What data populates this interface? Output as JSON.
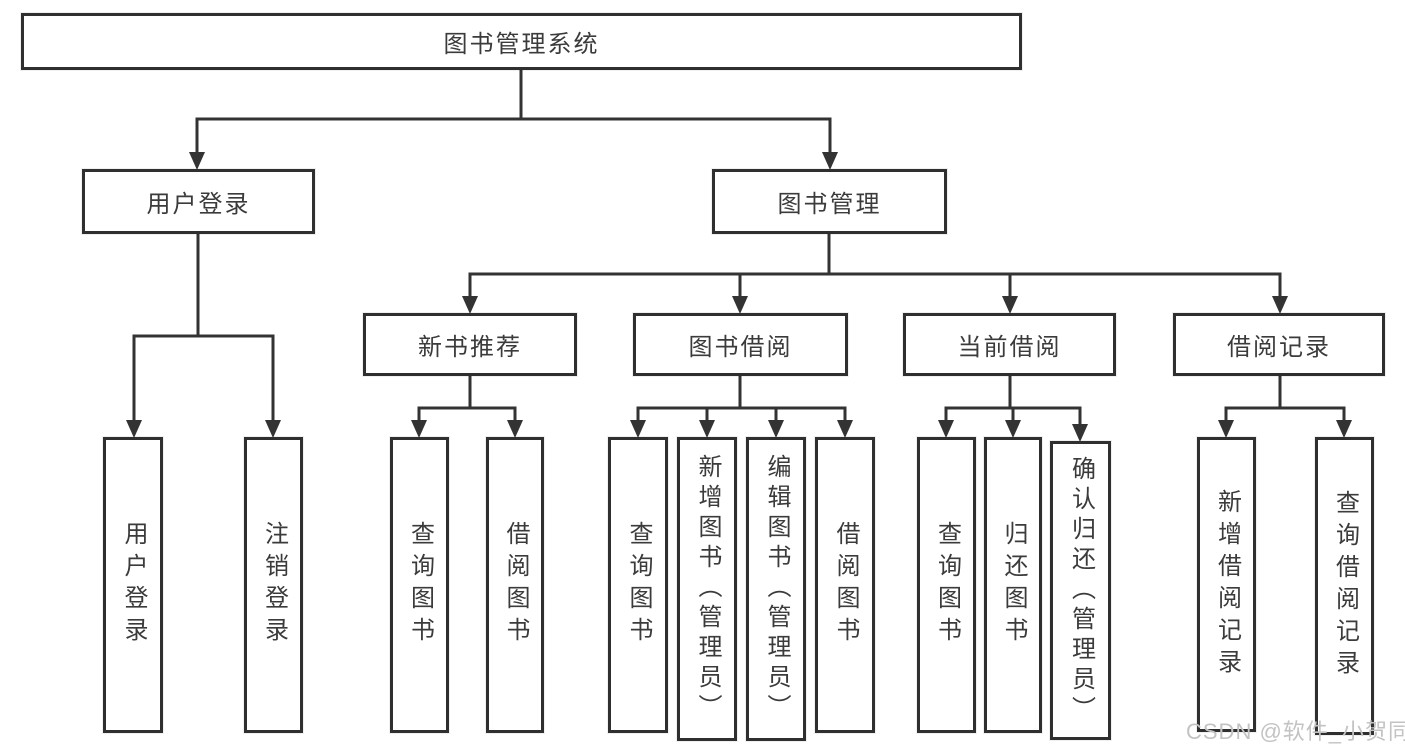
{
  "colors": {
    "line": "#333333",
    "border": "#2f2f2f",
    "text": "#3b3b3b",
    "watermark": "#c3c3c3",
    "background": "#ffffff"
  },
  "nodes": {
    "root": {
      "label": "图书管理系统"
    },
    "user_login": {
      "label": "用户登录"
    },
    "book_mgmt": {
      "label": "图书管理"
    },
    "new_book": {
      "label": "新书推荐"
    },
    "book_borrow": {
      "label": "图书借阅"
    },
    "current_borrow": {
      "label": "当前借阅"
    },
    "borrow_record": {
      "label": "借阅记录"
    },
    "leaves": {
      "user_login": [
        {
          "label": "用户登录"
        },
        {
          "label": "注销登录"
        }
      ],
      "new_book": [
        {
          "label": "查询图书"
        },
        {
          "label": "借阅图书"
        }
      ],
      "book_borrow": [
        {
          "label": "查询图书"
        },
        {
          "label": "新增图书（管理员）"
        },
        {
          "label": "编辑图书（管理员）"
        },
        {
          "label": "借阅图书"
        }
      ],
      "current_borrow": [
        {
          "label": "查询图书"
        },
        {
          "label": "归还图书"
        },
        {
          "label": "确认归还（管理员）"
        }
      ],
      "borrow_record": [
        {
          "label": "新增借阅记录"
        },
        {
          "label": "查询借阅记录"
        }
      ]
    }
  },
  "watermark": {
    "text": "CSDN @软件_小贺同学"
  }
}
